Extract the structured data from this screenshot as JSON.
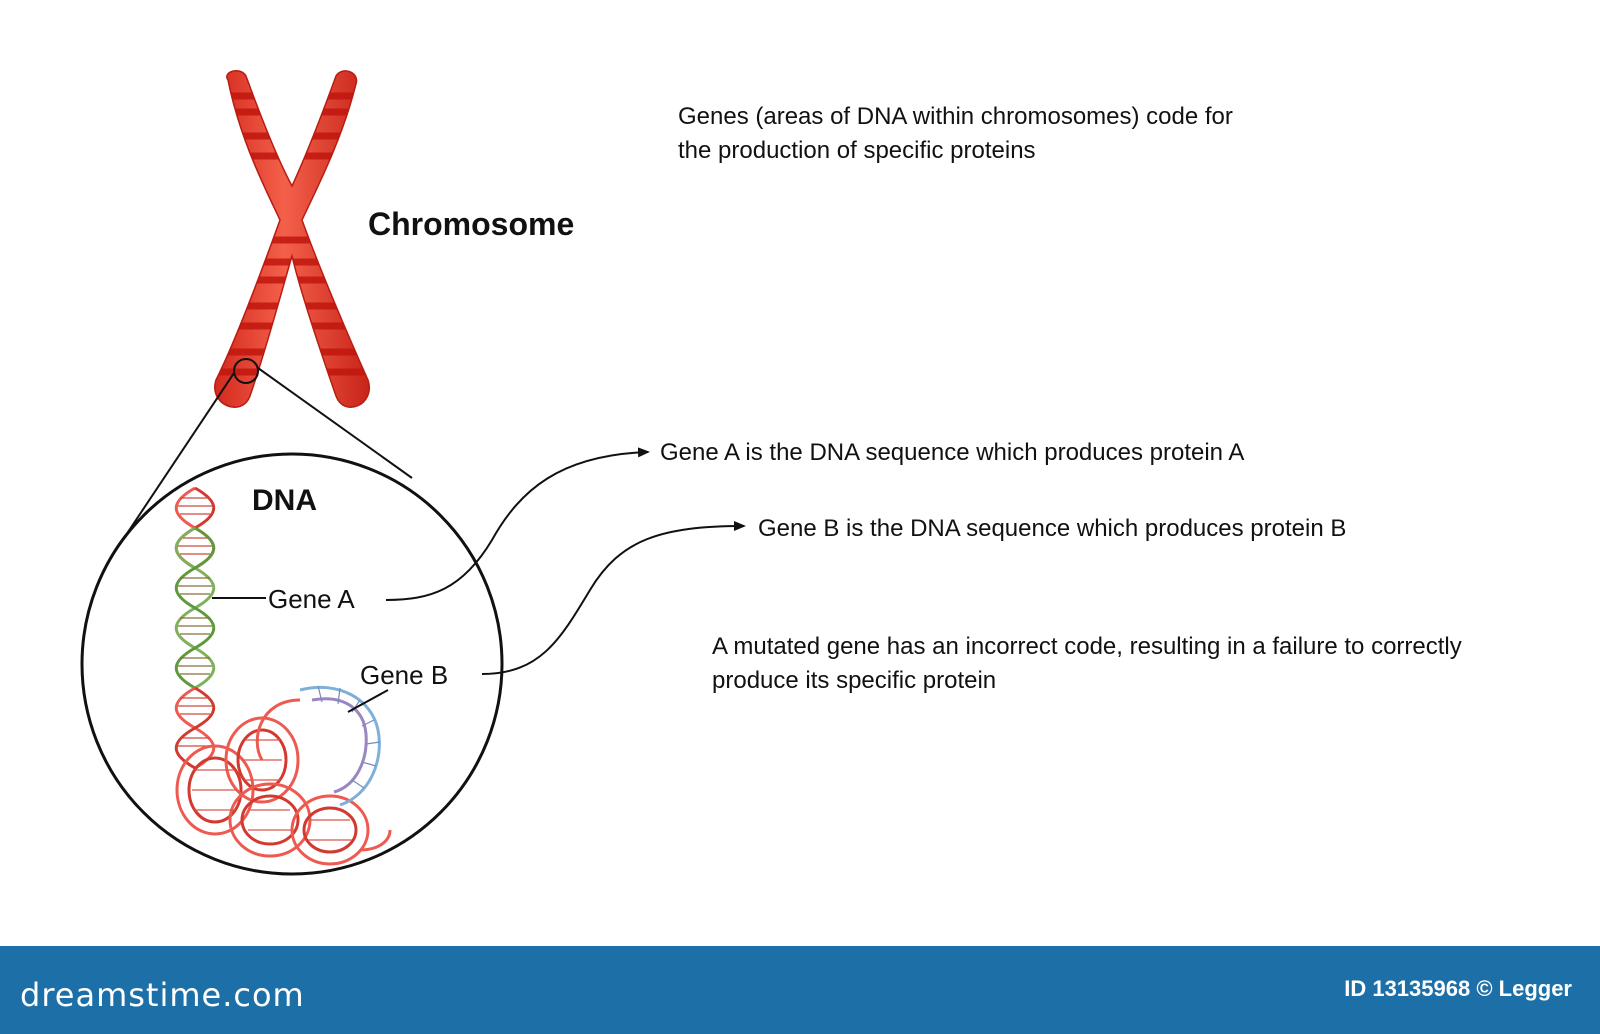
{
  "labels": {
    "chromosome": "Chromosome",
    "dna": "DNA",
    "gene_a": "Gene A",
    "gene_b": "Gene B"
  },
  "descriptions": {
    "genes_intro": "Genes (areas of DNA within chromosomes) code for the production of specific proteins",
    "gene_a": "Gene A is the DNA sequence which produces protein A",
    "gene_b": "Gene B is the DNA sequence which produces protein B",
    "mutation": "A mutated gene has an incorrect code, resulting in a failure to correctly produce its specific protein"
  },
  "footer": {
    "logo": "dreamstime.com",
    "credit": "ID 13135968 © Legger"
  },
  "colors": {
    "chromosome_fill": "#ee4433",
    "chromosome_band": "#c81a12",
    "gene_a_strand": "#7fb05a",
    "gene_b_strand": "#7fb0d8",
    "dna_strand": "#ee5a50",
    "footer_bg": "#1d6fa8"
  }
}
